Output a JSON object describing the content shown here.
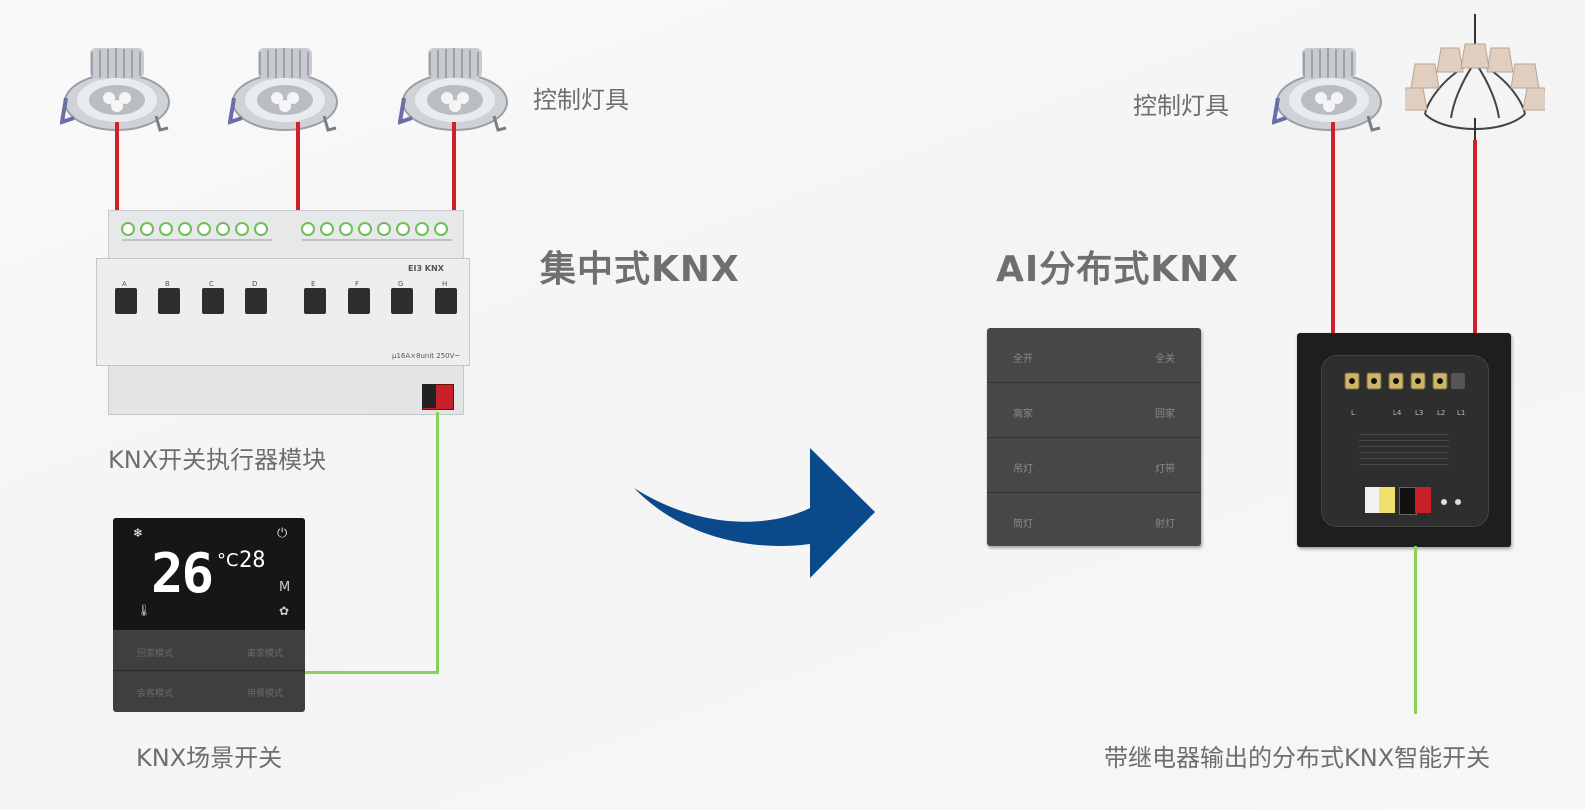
{
  "left": {
    "title": "集中式KNX",
    "lamp_label": "控制灯具",
    "actuator_label": "KNX开关执行器模块",
    "actuator": {
      "brand": "EI3 KNX",
      "channels": [
        "A",
        "B",
        "C",
        "D",
        "E",
        "F",
        "G",
        "H"
      ],
      "rating": "μ16A×8unit 250V~"
    },
    "scene_switch_label": "KNX场景开关",
    "thermostat": {
      "temp_main": "26",
      "unit_c": "°C",
      "temp_set": "28",
      "mode_letter": "M",
      "buttons": [
        "回家模式",
        "离家模式",
        "会客模式",
        "用餐模式"
      ]
    }
  },
  "right": {
    "title": "AI分布式KNX",
    "lamp_label": "控制灯具",
    "smart_switch_label": "带继电器输出的分布式KNX智能开关",
    "panel_buttons": [
      {
        "left": "全开",
        "right": "全关"
      },
      {
        "left": "离家",
        "right": "回家"
      },
      {
        "left": "吊灯",
        "right": "灯带"
      },
      {
        "left": "筒灯",
        "right": "射灯"
      }
    ],
    "back_terminals": [
      "L",
      "L4",
      "L3",
      "L2",
      "L1"
    ]
  },
  "colors": {
    "power_wire": "#d0202a",
    "bus_wire": "#8bd05a",
    "arrow": "#0b4a8a"
  },
  "icons": {
    "spotlight": "spotlight-icon",
    "chandelier": "chandelier-icon",
    "arrow": "curved-arrow-icon"
  }
}
